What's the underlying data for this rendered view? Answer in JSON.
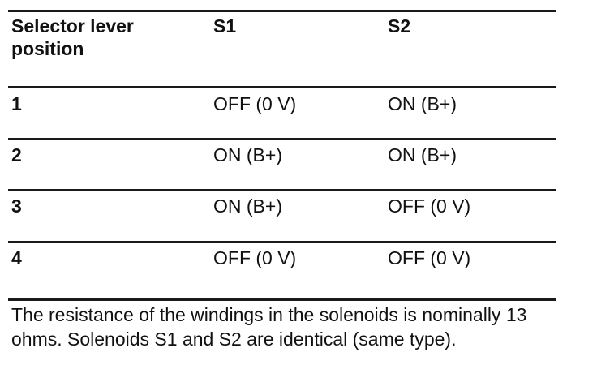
{
  "table": {
    "headers": [
      "Selector lever position",
      "S1",
      "S2"
    ],
    "rows": [
      [
        "1",
        "OFF (0 V)",
        "ON (B+)"
      ],
      [
        "2",
        "ON (B+)",
        "ON (B+)"
      ],
      [
        "3",
        "ON (B+)",
        "OFF (0 V)"
      ],
      [
        "4",
        "OFF (0 V)",
        "OFF (0 V)"
      ]
    ]
  },
  "note": "The resistance of the windings in the solenoids is nominally 13 ohms. Solenoids S1 and S2 are identical (same type)."
}
